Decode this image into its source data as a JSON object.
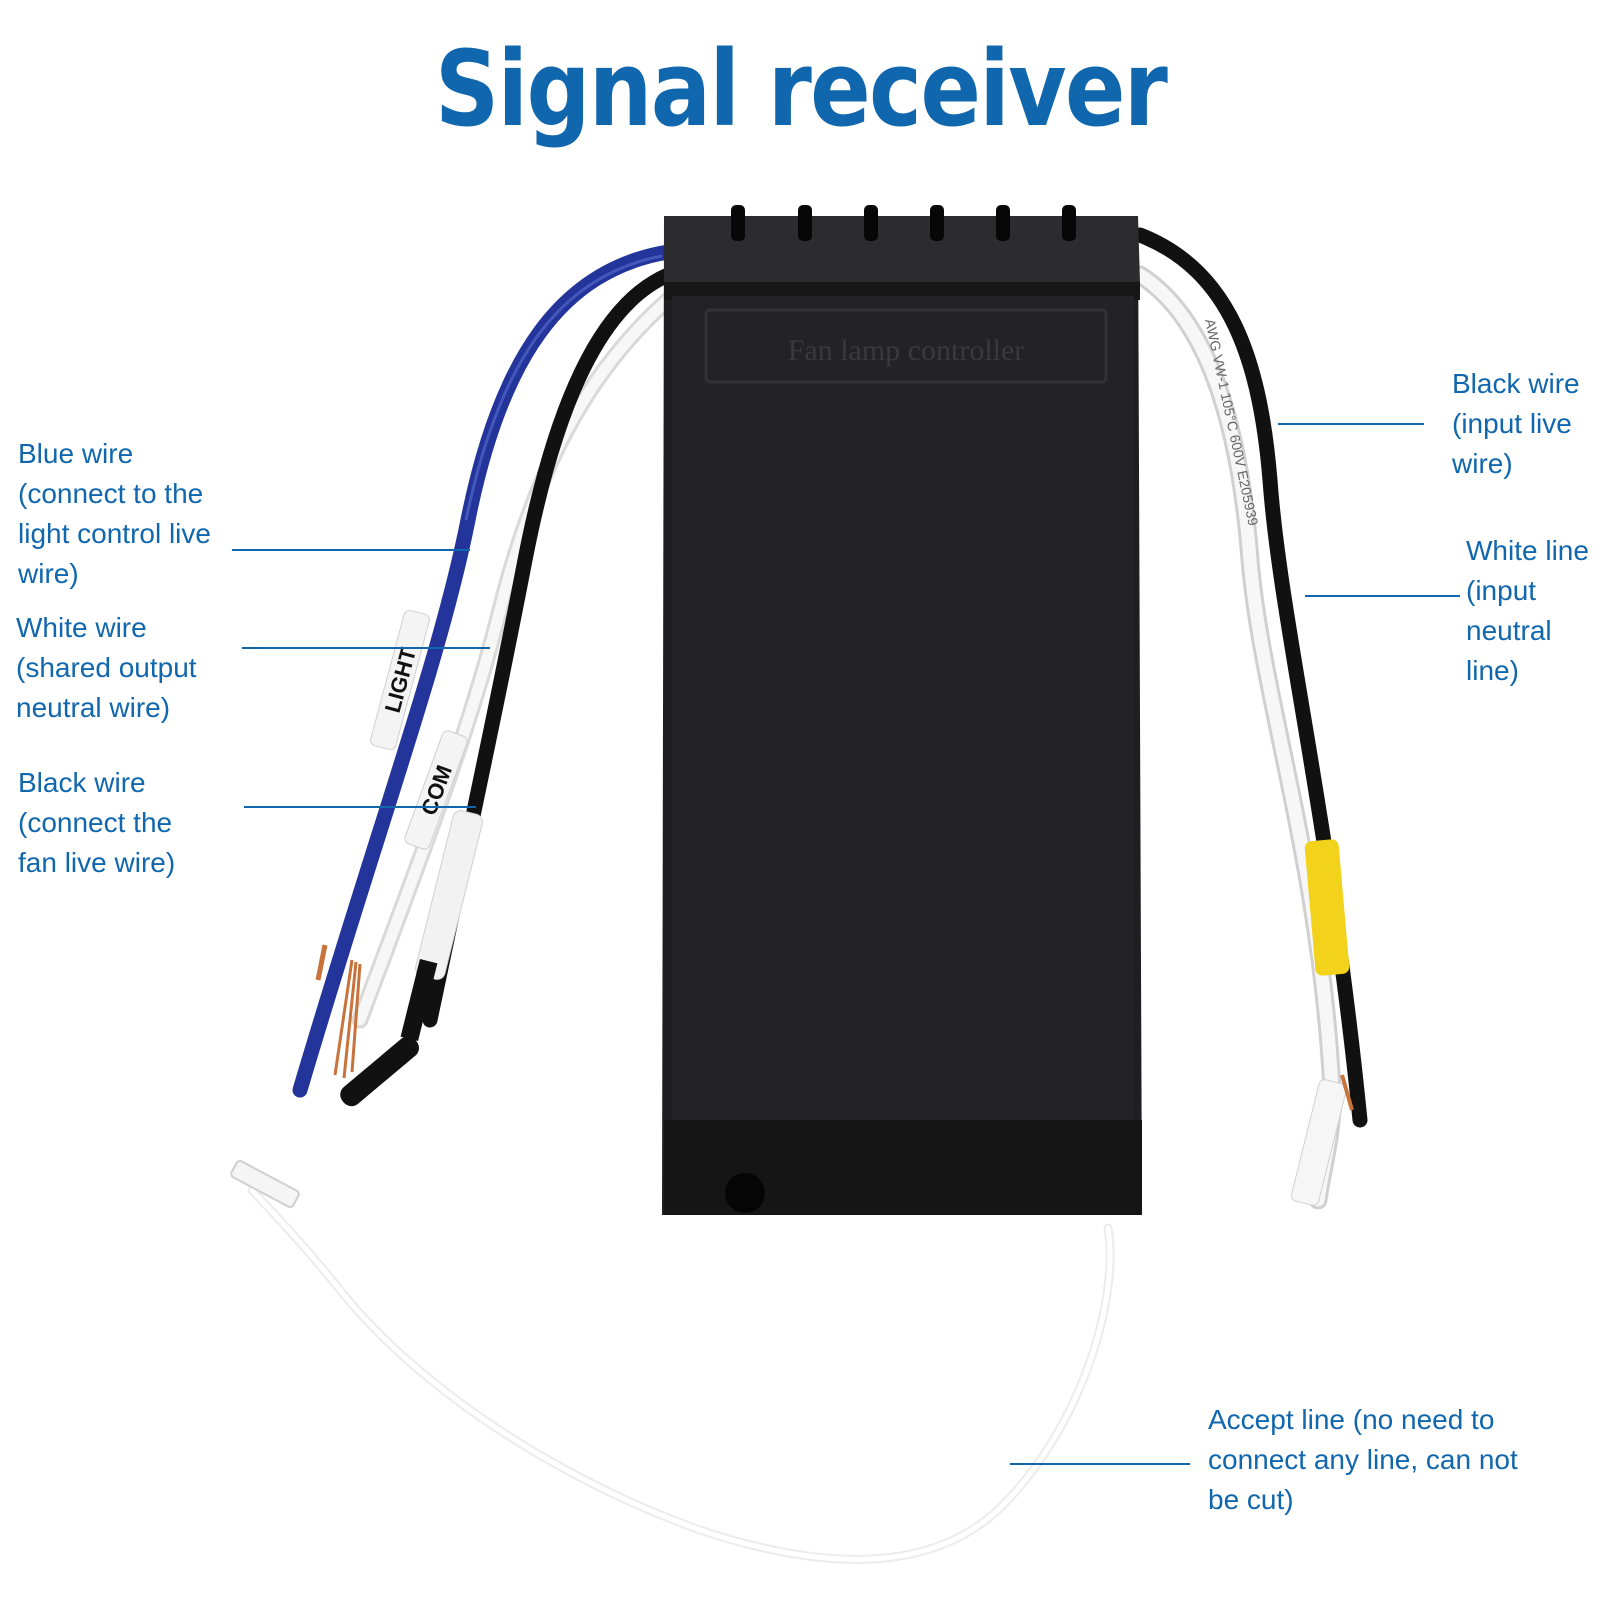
{
  "title": "Signal receiver",
  "colors": {
    "title": "#1167ad",
    "label": "#1167ad",
    "leader": "#1167ad",
    "housing": "#1c1c1e",
    "blue_wire": "#23349a",
    "black_wire": "#111111",
    "white_wire": "#f2f2f2",
    "yellow_sleeve": "#f3d21b",
    "copper": "#c8733c"
  },
  "device": {
    "engraving": "Fan lamp controller"
  },
  "sleeves": {
    "light": "LIGHT",
    "com": "COM"
  },
  "jacket_print": "AWG  VW-1 105°C 600V E205939",
  "labels": {
    "blue_wire": "Blue wire\n(connect to the\nlight control live\nwire)",
    "white_wire_left": "White wire\n(shared output\nneutral wire)",
    "black_wire_left": "Black wire\n(connect the\nfan live wire)",
    "black_wire_right": "Black wire\n(input live\nwire)",
    "white_line_right": "White line\n(input\nneutral\nline)",
    "accept_line": "Accept line (no need to\nconnect any line, can not\nbe cut)"
  }
}
